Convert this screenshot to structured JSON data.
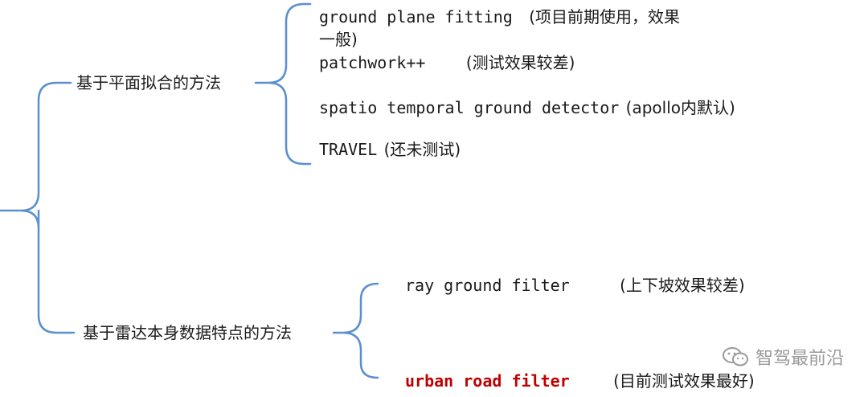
{
  "categories": [
    {
      "label": "基于平面拟合的方法",
      "methods": [
        {
          "name": "ground plane fitting",
          "note": "(项目前期使用，效果",
          "note2": "一般)",
          "highlight": false
        },
        {
          "name": "patchwork++",
          "note": "(测试效果较差)",
          "highlight": false
        },
        {
          "name": "spatio temporal ground detector",
          "note": "(apollo内默认)",
          "highlight": false
        },
        {
          "name": "TRAVEL",
          "note": "(还未测试)",
          "highlight": false
        }
      ]
    },
    {
      "label": "基于雷达本身数据特点的方法",
      "methods": [
        {
          "name": "ray ground filter",
          "note": "(上下坡效果较差)",
          "highlight": false
        },
        {
          "name": "urban road filter",
          "note": "(目前测试效果最好)",
          "highlight": true
        }
      ]
    }
  ],
  "watermark": {
    "text": "智驾最前沿",
    "icon": "wechat-icon"
  },
  "colors": {
    "bracket": "#5b8fcf",
    "highlight": "#c00000",
    "watermark": "#9a9a9a"
  }
}
